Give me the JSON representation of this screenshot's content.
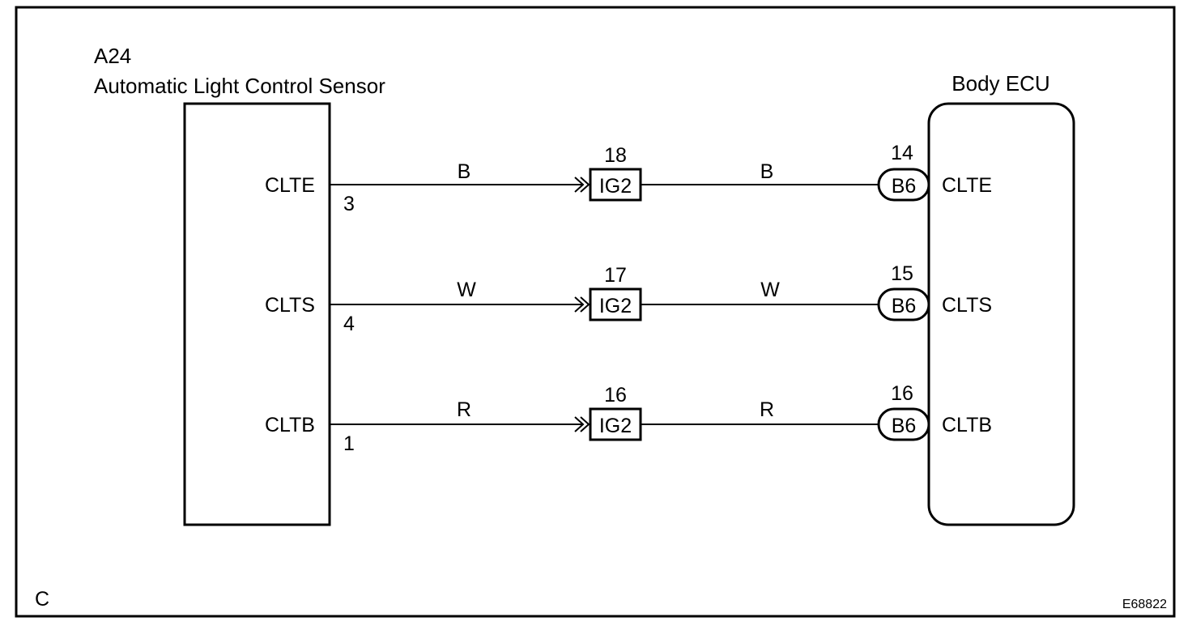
{
  "corner_label": "C",
  "figure_id": "E68822",
  "sensor": {
    "code": "A24",
    "name": "Automatic Light Control Sensor"
  },
  "ecu": {
    "name": "Body ECU"
  },
  "circuits": [
    {
      "signal": "CLTE",
      "sensor_pin": "3",
      "wire_color_left": "B",
      "junction_pin": "18",
      "junction_connector": "IG2",
      "wire_color_right": "B",
      "ecu_pin": "14",
      "ecu_connector": "B6",
      "ecu_terminal": "CLTE"
    },
    {
      "signal": "CLTS",
      "sensor_pin": "4",
      "wire_color_left": "W",
      "junction_pin": "17",
      "junction_connector": "IG2",
      "wire_color_right": "W",
      "ecu_pin": "15",
      "ecu_connector": "B6",
      "ecu_terminal": "CLTS"
    },
    {
      "signal": "CLTB",
      "sensor_pin": "1",
      "wire_color_left": "R",
      "junction_pin": "16",
      "junction_connector": "IG2",
      "wire_color_right": "R",
      "ecu_pin": "16",
      "ecu_connector": "B6",
      "ecu_terminal": "CLTB"
    }
  ]
}
